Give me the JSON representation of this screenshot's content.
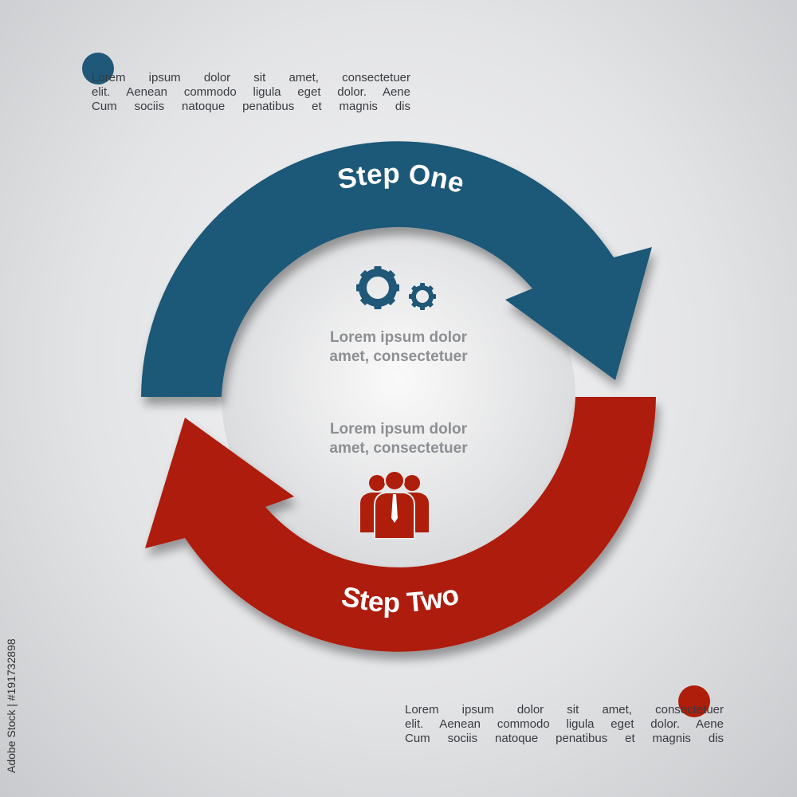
{
  "colors": {
    "step_one": "#1f5878",
    "step_two": "#ae1e0b",
    "step_one_text": "#ffffff",
    "step_two_text": "#ffffff"
  },
  "top_note": {
    "lines": [
      "Lorem ipsum dolor sit amet, consectetuer",
      "elit. Aenean commodo ligula eget dolor. Aene",
      "Cum sociis natoque penatibus et magnis dis"
    ]
  },
  "bottom_note": {
    "lines": [
      "Lorem ipsum dolor sit amet, consectetuer",
      "elit. Aenean commodo ligula eget dolor. Aene",
      "Cum sociis natoque penatibus et magnis dis"
    ]
  },
  "step_one": {
    "label": "Step One",
    "icon": "gears-icon",
    "text_line1": "Lorem ipsum dolor",
    "text_line2": "amet, consectetuer"
  },
  "step_two": {
    "label": "Step Two",
    "icon": "team-icon",
    "text_line1": "Lorem ipsum dolor",
    "text_line2": "amet, consectetuer"
  },
  "stock_id": "Adobe Stock | #191732898"
}
